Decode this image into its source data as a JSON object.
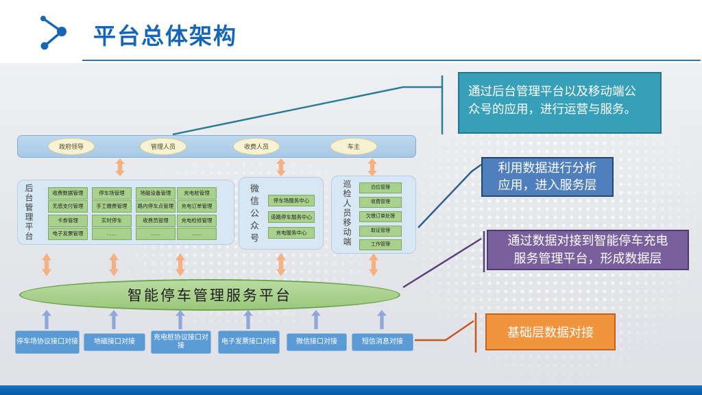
{
  "header": {
    "title": "平台总体架构"
  },
  "users_bar": {
    "roles": [
      "政府领导",
      "管理人员",
      "收费人员",
      "车主"
    ]
  },
  "platforms": [
    {
      "name": "后台管理平台",
      "modules": [
        "收费数据管理",
        "停车场管理",
        "地磁设备管理",
        "充电桩管理",
        "无感支付管理",
        "手工缴费管理",
        "路内停车点管理",
        "充电订单管理",
        "卡券管理",
        "实时停车",
        "收费员管理",
        "充电检修管理",
        "电子发票管理",
        "……",
        "……",
        "……"
      ]
    },
    {
      "name": "微信公众号",
      "modules": [
        "停车场服务中心",
        "道路停车服务中心",
        "充电服务中心"
      ]
    },
    {
      "name": "巡检人员移动端",
      "modules": [
        "泊位管理",
        "收费管理",
        "欠缴订单处理",
        "取证管理",
        "工作管理"
      ]
    }
  ],
  "service_platform": {
    "label": "智能停车管理服务平台"
  },
  "integrations": [
    "停车场协议接口对接",
    "地磁接口对接",
    "充电桩协议接口对接",
    "电子发票接口对接",
    "微信接口对接",
    "短信消息对接"
  ],
  "callouts": [
    {
      "text": "通过后台管理平台以及移动端公众号的应用，进行运营与服务。",
      "fill": "#379fb8",
      "border": "#26758e"
    },
    {
      "text": "利用数据进行分析应用，进入服务层",
      "fill": "#4f7fbc",
      "border": "#24466e"
    },
    {
      "text": "通过数据对接到智能停车充电服务管理平台，形成数据层",
      "fill": "#7a5f9e",
      "border": "#4f3a6e"
    },
    {
      "text": "基础层数据对接",
      "fill": "#f0943d",
      "border": "#c55f1d"
    }
  ],
  "colors": {
    "title_blue": "#1566b4",
    "accent_line": "#2e75b6",
    "arrow_orange": "#f5b183",
    "arrow_blue": "#8fa7d9",
    "module_green": "#a9d18e",
    "integration_blue": "#5b9bd5",
    "footer_blue": "#0b62ae"
  }
}
